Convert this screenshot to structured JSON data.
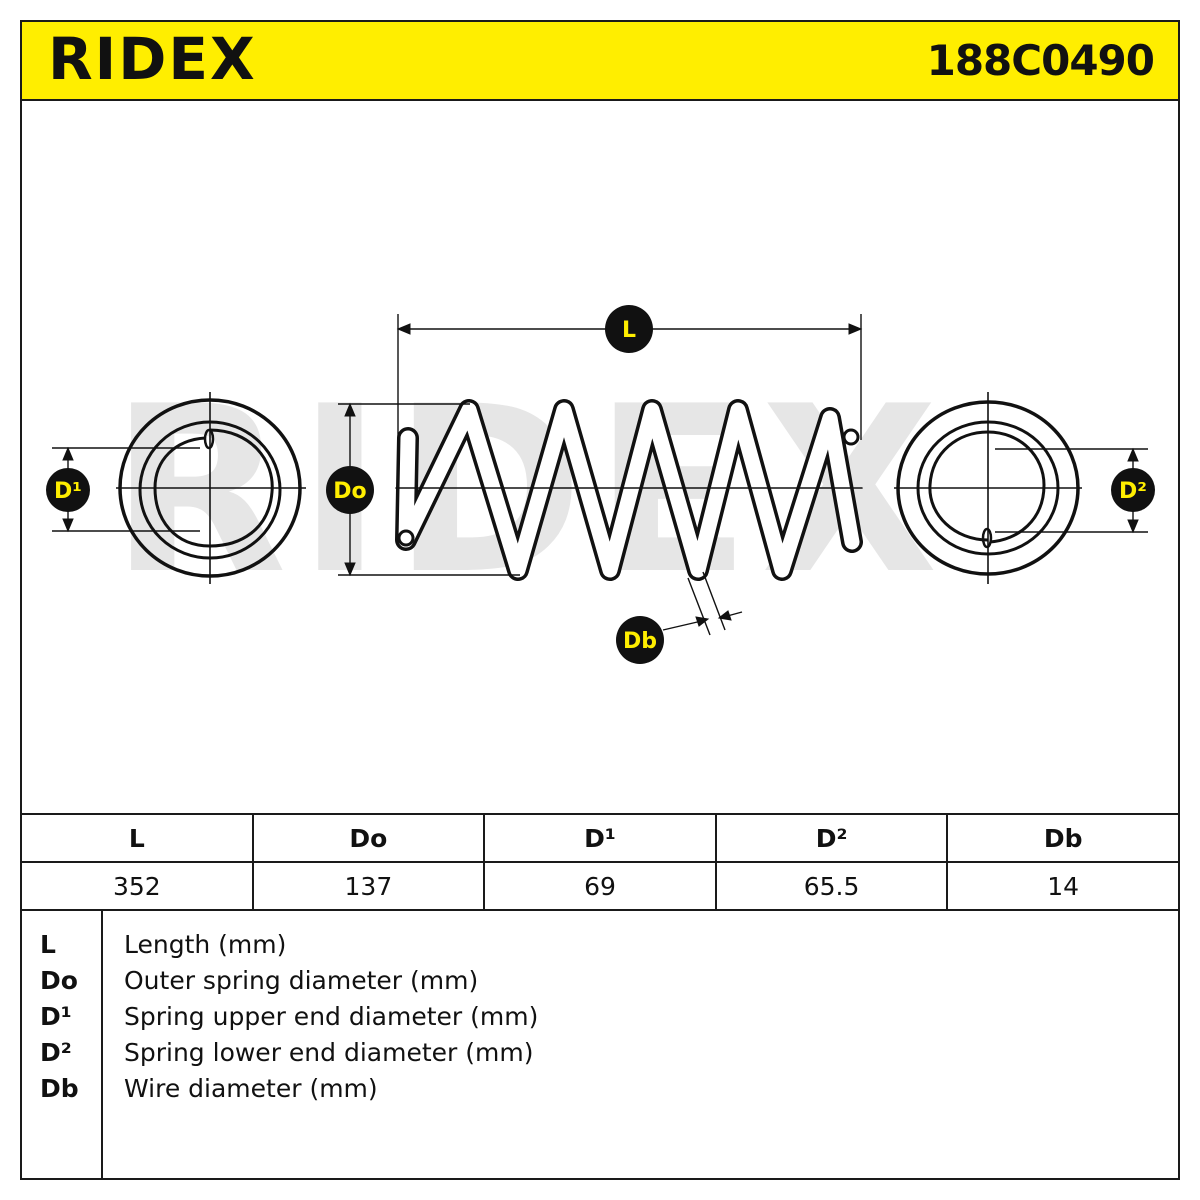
{
  "header": {
    "logo": "RIDEX",
    "part_number": "188C0490"
  },
  "diagram": {
    "watermark": "RIDEX",
    "labels": {
      "length": "L",
      "outer_diameter": "Do",
      "upper_end_diameter": "D¹",
      "lower_end_diameter": "D²",
      "wire_diameter": "Db"
    }
  },
  "spec_table": {
    "headers": [
      "L",
      "Do",
      "D¹",
      "D²",
      "Db"
    ],
    "values": [
      "352",
      "137",
      "69",
      "65.5",
      "14"
    ]
  },
  "legend": [
    {
      "key": "L",
      "desc": "Length (mm)"
    },
    {
      "key": "Do",
      "desc": "Outer spring diameter (mm)"
    },
    {
      "key": "D¹",
      "desc": "Spring upper end diameter (mm)"
    },
    {
      "key": "D²",
      "desc": "Spring lower end diameter (mm)"
    },
    {
      "key": "Db",
      "desc": "Wire diameter (mm)"
    }
  ],
  "colors": {
    "brand_yellow": "#ffee00",
    "ink": "#111111",
    "watermark": "#e6e6e6"
  }
}
